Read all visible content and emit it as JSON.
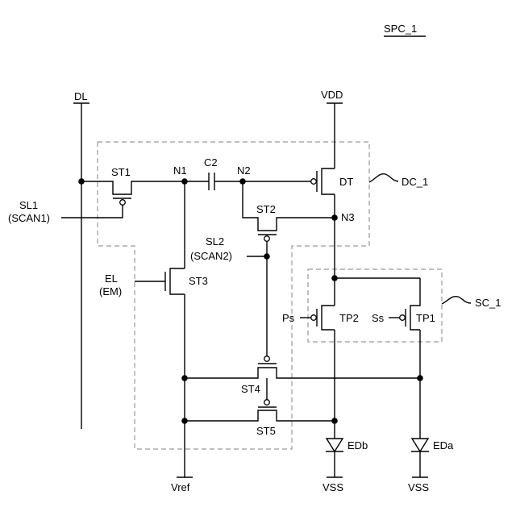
{
  "labels": {
    "spc": "SPC_1",
    "dl": "DL",
    "vdd": "VDD",
    "st1": "ST1",
    "n1": "N1",
    "c2": "C2",
    "n2": "N2",
    "dt": "DT",
    "dc": "DC_1",
    "sl1": "SL1",
    "scan1": "(SCAN1)",
    "st2": "ST2",
    "n3": "N3",
    "sl2": "SL2",
    "scan2": "(SCAN2)",
    "el": "EL",
    "em": "(EM)",
    "st3": "ST3",
    "ps": "Ps",
    "tp2": "TP2",
    "ss": "Ss",
    "tp1": "TP1",
    "sc": "SC_1",
    "st4": "ST4",
    "st5": "ST5",
    "edb": "EDb",
    "eda": "EDa",
    "vref": "Vref",
    "vss_b": "VSS",
    "vss_a": "VSS"
  }
}
